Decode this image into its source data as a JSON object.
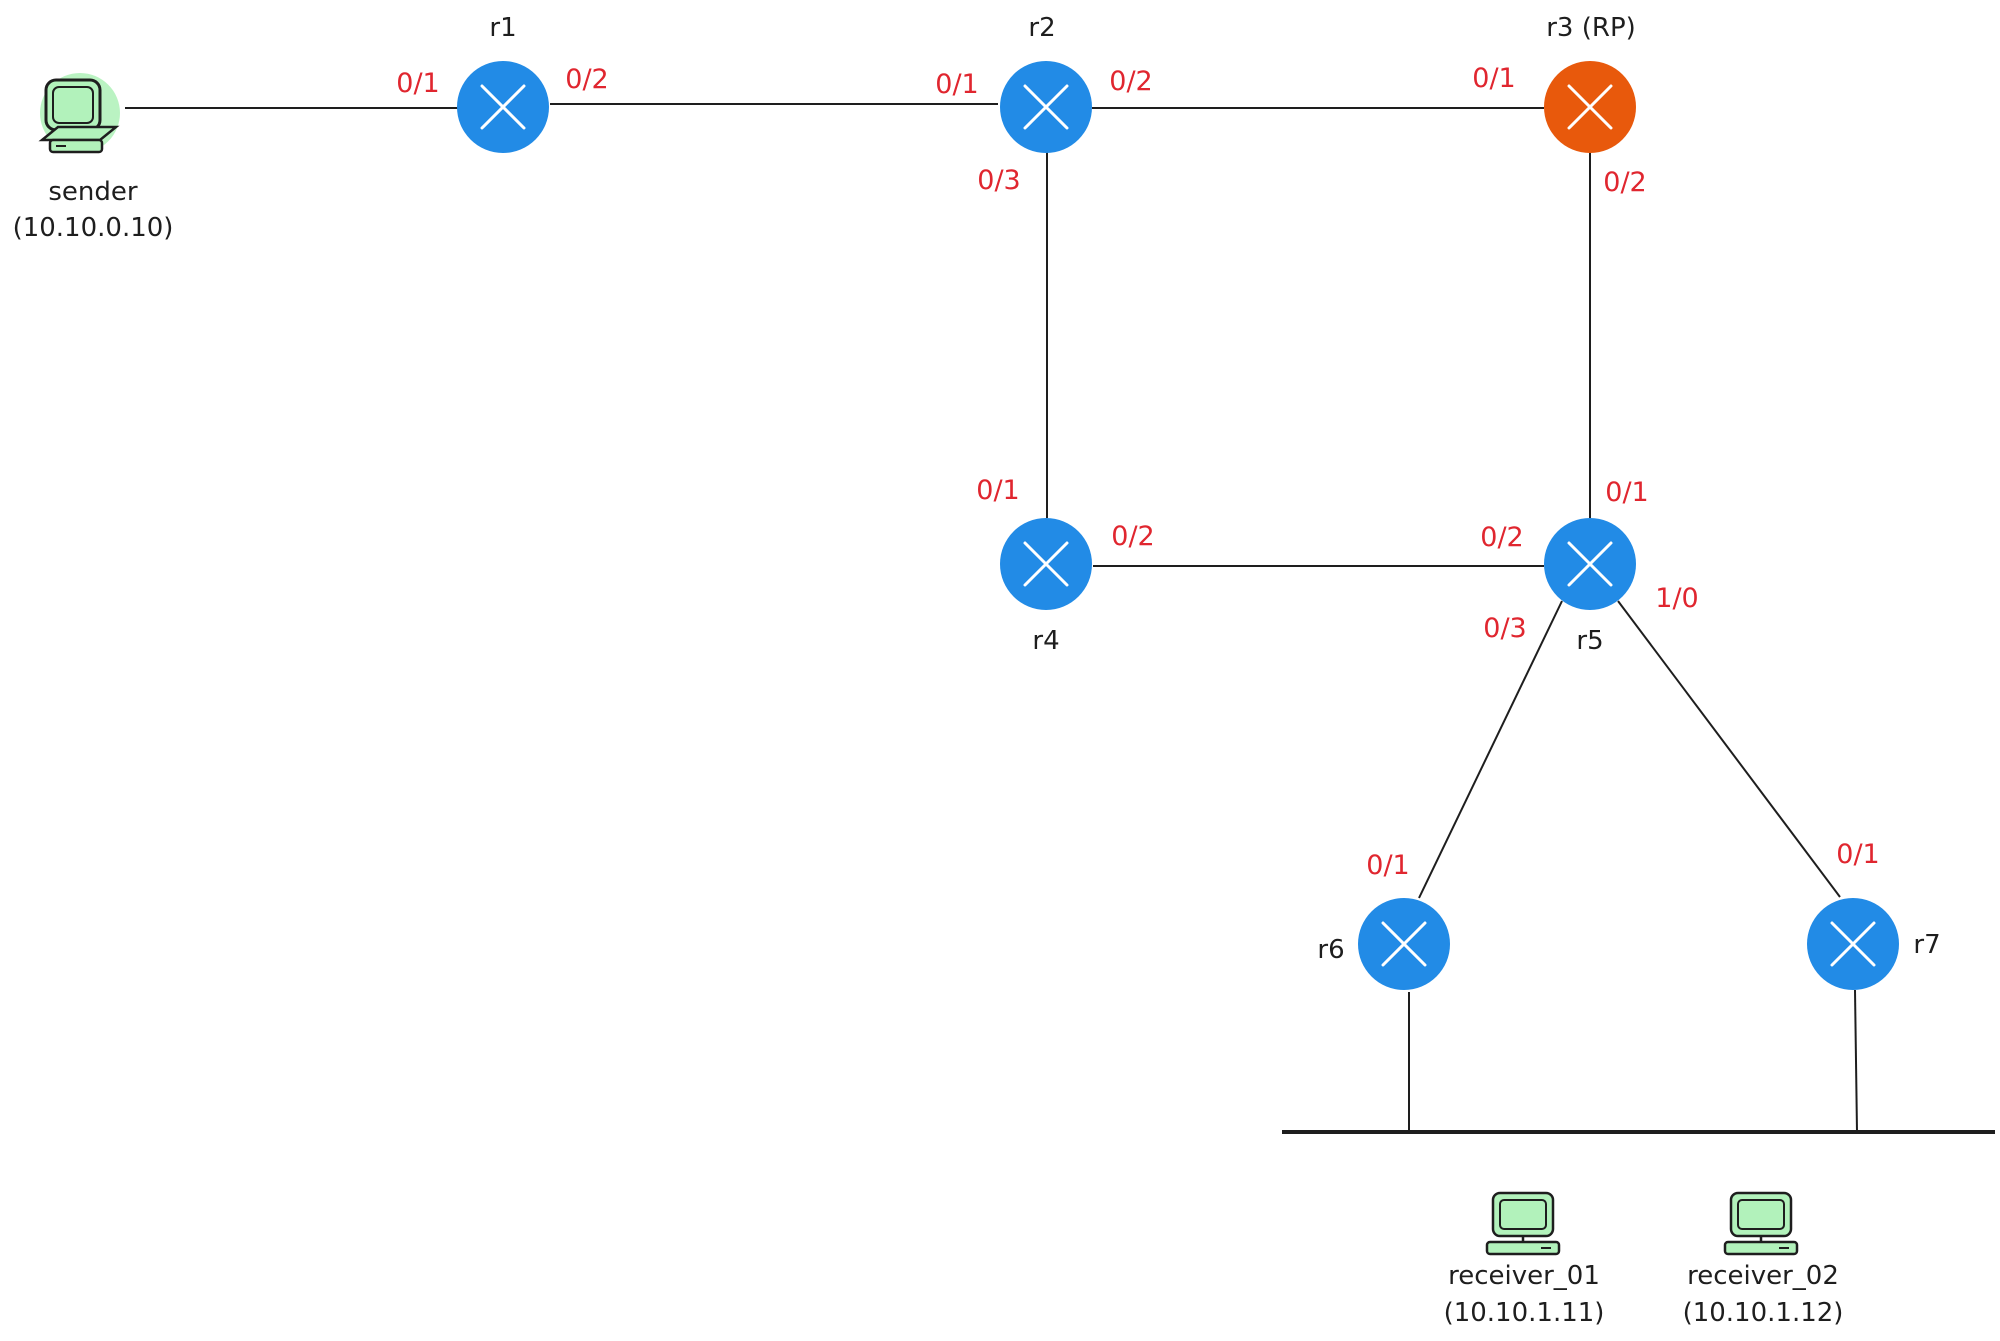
{
  "colors": {
    "router_fill": "#228be6",
    "rp_fill": "#e8590c",
    "router_cross": "#ffffff",
    "link": "#1e1e1e",
    "port_label": "#e0262f",
    "host_fill": "#b2f2bb",
    "host_stroke": "#1e1e1e"
  },
  "nodes": {
    "r1": {
      "label": "r1",
      "icon": "router-icon"
    },
    "r2": {
      "label": "r2",
      "icon": "router-icon"
    },
    "r3": {
      "label": "r3 (RP)",
      "icon": "router-icon"
    },
    "r4": {
      "label": "r4",
      "icon": "router-icon"
    },
    "r5": {
      "label": "r5",
      "icon": "router-icon"
    },
    "r6": {
      "label": "r6",
      "icon": "router-icon"
    },
    "r7": {
      "label": "r7",
      "icon": "router-icon"
    }
  },
  "hosts": {
    "sender": {
      "name": "sender",
      "ip": "(10.10.0.10)",
      "icon": "computer-icon"
    },
    "receiver_01": {
      "name": "receiver_01",
      "ip": "(10.10.1.11)",
      "icon": "computer-icon"
    },
    "receiver_02": {
      "name": "receiver_02",
      "ip": "(10.10.1.12)",
      "icon": "computer-icon"
    }
  },
  "ports": {
    "r1_p01": "0/1",
    "r1_p02": "0/2",
    "r2_p01": "0/1",
    "r2_p02": "0/2",
    "r2_p03": "0/3",
    "r3_p01": "0/1",
    "r3_p02": "0/2",
    "r4_p01": "0/1",
    "r4_p02": "0/2",
    "r5_p01": "0/1",
    "r5_p02": "0/2",
    "r5_p03": "0/3",
    "r5_p10": "1/0",
    "r6_p01": "0/1",
    "r7_p01": "0/1"
  }
}
